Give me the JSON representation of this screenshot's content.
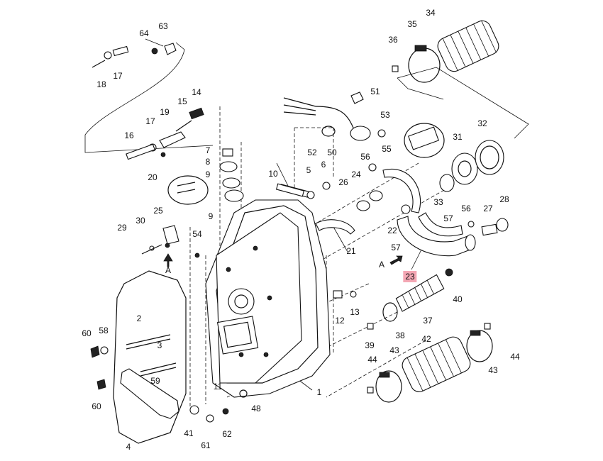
{
  "highlight_color": "#f4a7b4",
  "labels": [
    {
      "id": "34",
      "text": "34"
    },
    {
      "id": "35",
      "text": "35"
    },
    {
      "id": "36",
      "text": "36"
    },
    {
      "id": "64",
      "text": "64"
    },
    {
      "id": "63",
      "text": "63"
    },
    {
      "id": "17a",
      "text": "17"
    },
    {
      "id": "18",
      "text": "18"
    },
    {
      "id": "51",
      "text": "51"
    },
    {
      "id": "53",
      "text": "53"
    },
    {
      "id": "14",
      "text": "14"
    },
    {
      "id": "15",
      "text": "15"
    },
    {
      "id": "19",
      "text": "19"
    },
    {
      "id": "17b",
      "text": "17"
    },
    {
      "id": "16",
      "text": "16"
    },
    {
      "id": "20",
      "text": "20"
    },
    {
      "id": "7",
      "text": "7"
    },
    {
      "id": "8",
      "text": "8"
    },
    {
      "id": "9a",
      "text": "9"
    },
    {
      "id": "9b",
      "text": "9"
    },
    {
      "id": "52",
      "text": "52"
    },
    {
      "id": "50",
      "text": "50"
    },
    {
      "id": "56a",
      "text": "56"
    },
    {
      "id": "55",
      "text": "55"
    },
    {
      "id": "31",
      "text": "31"
    },
    {
      "id": "32",
      "text": "32"
    },
    {
      "id": "10",
      "text": "10"
    },
    {
      "id": "5",
      "text": "5"
    },
    {
      "id": "6",
      "text": "6"
    },
    {
      "id": "24",
      "text": "24"
    },
    {
      "id": "26",
      "text": "26"
    },
    {
      "id": "33",
      "text": "33"
    },
    {
      "id": "28",
      "text": "28"
    },
    {
      "id": "56b",
      "text": "56"
    },
    {
      "id": "27",
      "text": "27"
    },
    {
      "id": "57a",
      "text": "57"
    },
    {
      "id": "29",
      "text": "29"
    },
    {
      "id": "30",
      "text": "30"
    },
    {
      "id": "25",
      "text": "25"
    },
    {
      "id": "54",
      "text": "54"
    },
    {
      "id": "22",
      "text": "22"
    },
    {
      "id": "21",
      "text": "21"
    },
    {
      "id": "57b",
      "text": "57"
    },
    {
      "id": "23",
      "text": "23",
      "highlight": true
    },
    {
      "id": "40",
      "text": "40"
    },
    {
      "id": "12",
      "text": "12"
    },
    {
      "id": "13",
      "text": "13"
    },
    {
      "id": "37",
      "text": "37"
    },
    {
      "id": "2",
      "text": "2"
    },
    {
      "id": "60a",
      "text": "60"
    },
    {
      "id": "58",
      "text": "58"
    },
    {
      "id": "38",
      "text": "38"
    },
    {
      "id": "39",
      "text": "39"
    },
    {
      "id": "42",
      "text": "42"
    },
    {
      "id": "3",
      "text": "3"
    },
    {
      "id": "44a",
      "text": "44"
    },
    {
      "id": "43a",
      "text": "43"
    },
    {
      "id": "43b",
      "text": "43"
    },
    {
      "id": "44b",
      "text": "44"
    },
    {
      "id": "59",
      "text": "59"
    },
    {
      "id": "11",
      "text": "11"
    },
    {
      "id": "1",
      "text": "1"
    },
    {
      "id": "60b",
      "text": "60"
    },
    {
      "id": "48",
      "text": "48"
    },
    {
      "id": "41",
      "text": "41"
    },
    {
      "id": "61",
      "text": "61"
    },
    {
      "id": "62",
      "text": "62"
    },
    {
      "id": "4",
      "text": "4"
    }
  ],
  "arrow_labels": [
    {
      "id": "A1",
      "text": "A"
    },
    {
      "id": "A2",
      "text": "A"
    }
  ]
}
